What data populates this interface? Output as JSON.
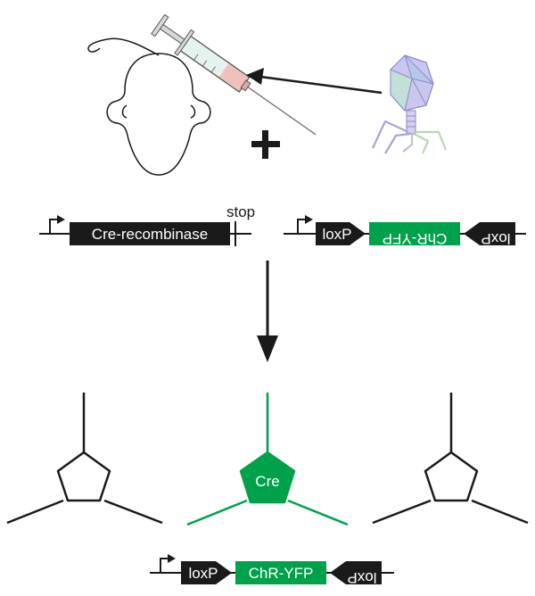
{
  "construct_1": {
    "gene_label": "Cre-recombinase",
    "stop_label": "stop"
  },
  "construct_2": {
    "loxp_left": "loxP",
    "gene_label": "ChR-YFP",
    "loxp_right": "loxP"
  },
  "neurons": {
    "cre_label": "Cre"
  },
  "construct_3": {
    "loxp_left": "loxP",
    "gene_label": "ChR-YFP",
    "loxp_right": "loxP"
  },
  "colors": {
    "green": "#00a14b",
    "black": "#1a1a1a"
  },
  "icons": [
    "mouse-icon",
    "syringe-icon",
    "virus-icon",
    "promoter-arrow-icon"
  ]
}
